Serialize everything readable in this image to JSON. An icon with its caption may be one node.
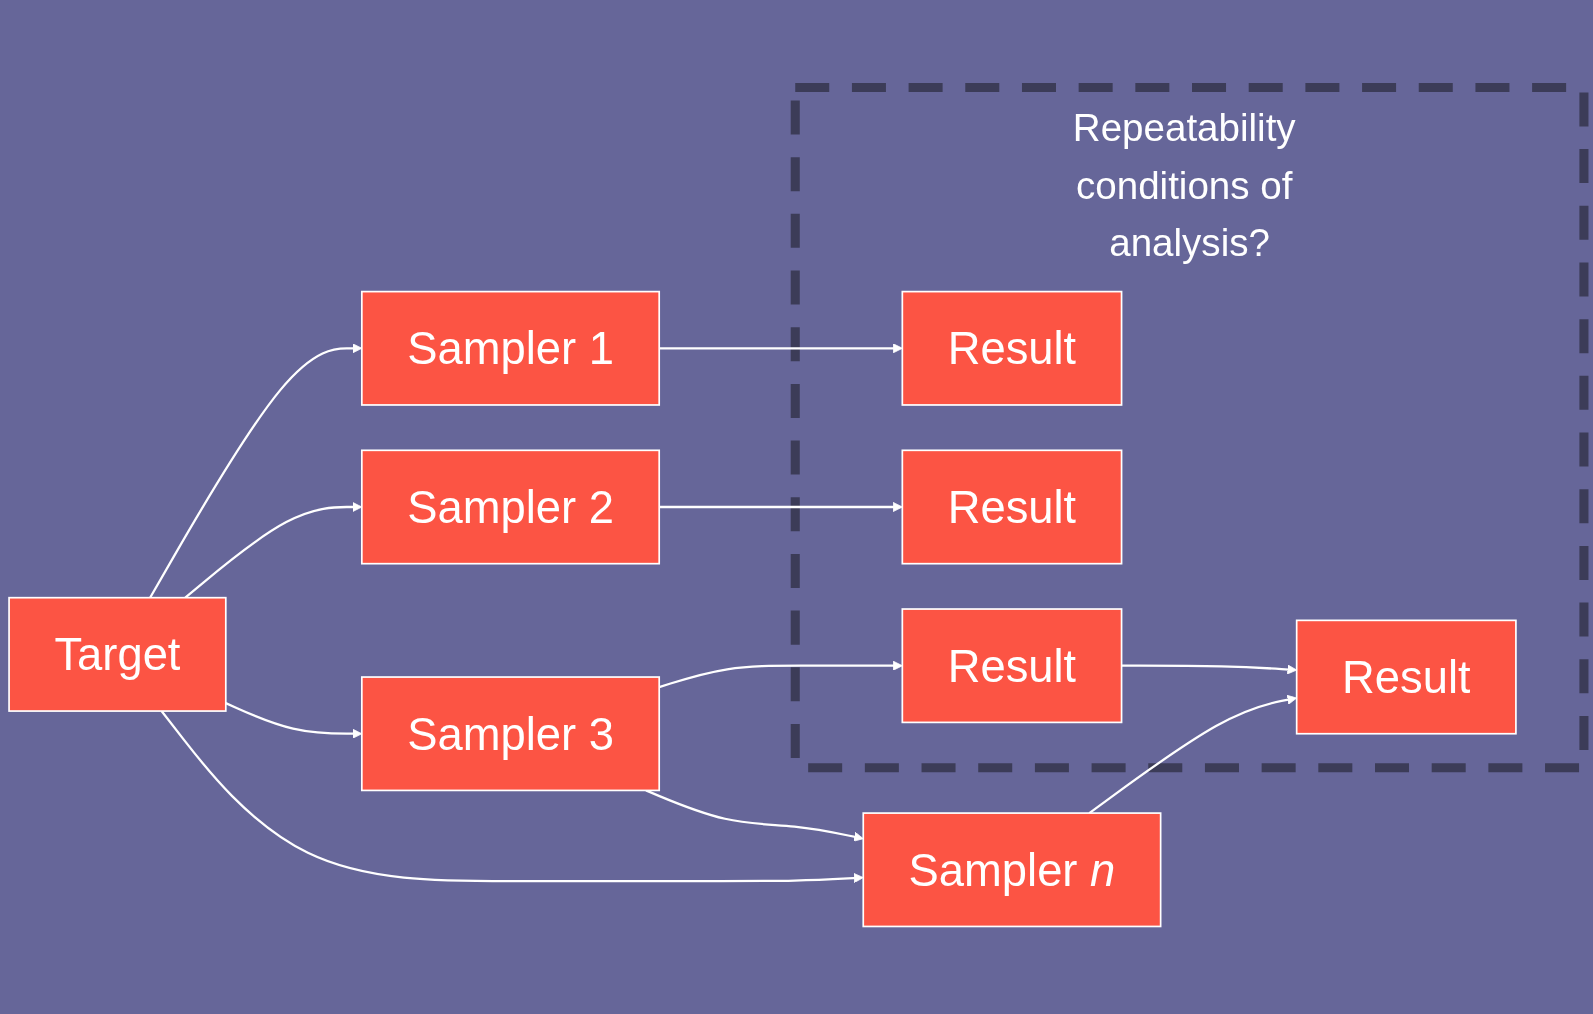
{
  "diagram": {
    "nodes": [
      {
        "text": [
          "Target"
        ]
      },
      {
        "text": [
          "Sampler 1"
        ]
      },
      {
        "text": [
          "Sampler 2"
        ]
      },
      {
        "text": [
          "Sampler 3"
        ]
      },
      {
        "text": [
          "Sampler *n*"
        ]
      },
      {
        "text": [
          "Repeatability conditions of analysis?"
        ]
      },
      {
        "text": [
          "Result"
        ],
        "in": 5
      },
      {
        "text": [
          "Result"
        ],
        "in": 5
      },
      {
        "text": [
          "Result"
        ],
        "in": 5
      },
      {
        "text": [
          "Result"
        ],
        "in": 5
      }
    ],
    "edges": [
      {
        "from": 0,
        "to": 1,
        "arrow": "to"
      },
      {
        "from": 0,
        "to": 2,
        "arrow": "to"
      },
      {
        "from": 0,
        "to": 3,
        "arrow": "to"
      },
      {
        "from": 0,
        "to": 4,
        "arrow": "to"
      },
      {
        "from": 1,
        "to": 6,
        "arrow": "to"
      },
      {
        "from": 2,
        "to": 7,
        "arrow": "to"
      },
      {
        "from": 3,
        "to": 8,
        "arrow": "to"
      },
      {
        "from": 3,
        "to": 4,
        "arrow": "to"
      },
      {
        "from": 8,
        "to": 9,
        "arrow": "to"
      },
      {
        "from": 4,
        "to": 9,
        "arrow": "to"
      }
    ]
  }
}
